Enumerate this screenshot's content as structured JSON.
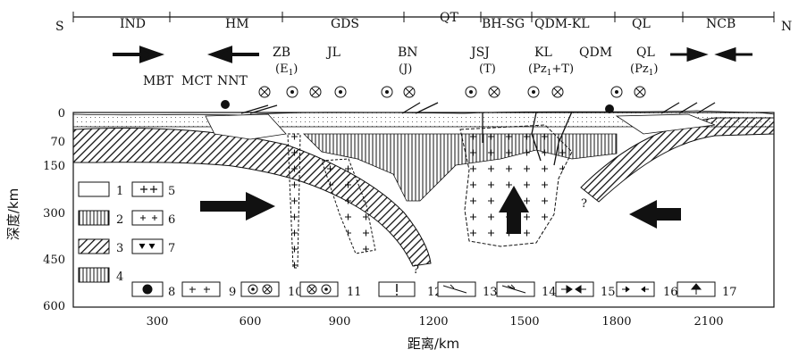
{
  "compass": {
    "left": "S",
    "right": "N"
  },
  "terranes": [
    "IND",
    "HM",
    "GDS",
    "QT",
    "BH-SG",
    "QDM-KL",
    "QL",
    "NCB"
  ],
  "faults": [
    "MBT",
    "MCT",
    "NNT",
    "ZB",
    "JL",
    "BN",
    "JSJ",
    "KL",
    "QDM",
    "QL"
  ],
  "fault_ages": [
    {
      "main": "(E",
      "sub": "1",
      "tail": ")"
    },
    {
      "main": "(J)",
      "sub": "",
      "tail": ""
    },
    {
      "main": "(T)",
      "sub": "",
      "tail": ""
    },
    {
      "main": "(Pz",
      "sub": "1",
      "tail": "+T)"
    },
    {
      "main": "(Pz",
      "sub": "1",
      "tail": ")"
    }
  ],
  "axes": {
    "y_title": "深度/km",
    "x_title": "距离/km",
    "y_ticks": [
      "0",
      "70",
      "150",
      "300",
      "450",
      "600"
    ],
    "x_ticks": [
      "300",
      "600",
      "900",
      "1200",
      "1500",
      "1800",
      "2100"
    ]
  },
  "legend": [
    "1",
    "2",
    "3",
    "4",
    "5",
    "6",
    "7",
    "8",
    "9",
    "10",
    "11",
    "12",
    "13",
    "14",
    "15",
    "16",
    "17"
  ],
  "question_mark": "?"
}
